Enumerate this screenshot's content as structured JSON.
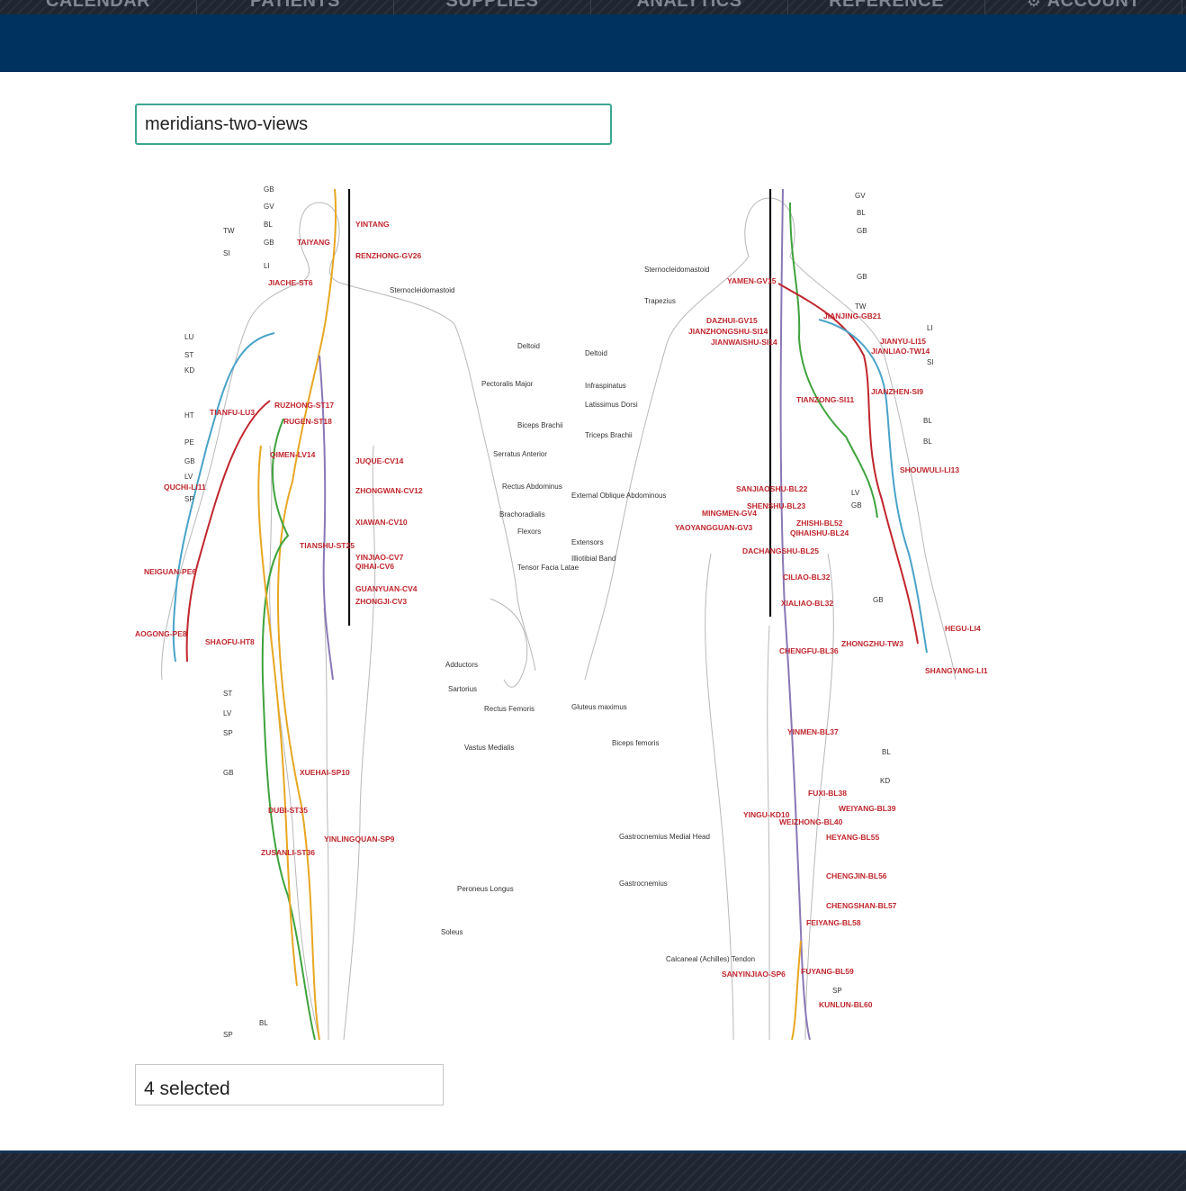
{
  "nav": {
    "items": [
      {
        "label": "CALENDAR",
        "icon": ""
      },
      {
        "label": "PATIENTS",
        "icon": ""
      },
      {
        "label": "SUPPLIES",
        "icon": ""
      },
      {
        "label": "ANALYTICS",
        "icon": ""
      },
      {
        "label": "REFERENCE",
        "icon": ""
      },
      {
        "label": "ACCOUNT",
        "icon": "gear-icon"
      }
    ]
  },
  "title_input": {
    "value": "meridians-two-views"
  },
  "selection": {
    "label": "4 selected"
  },
  "colors": {
    "nav_bg": "#1f2631",
    "header_blue": "#00325f",
    "input_border": "#3aa791",
    "lung_meridian": "#4aa3c8",
    "stomach_meridian": "#e8a722",
    "liver_meridian": "#3fa33d",
    "heart_meridian": "#c0262d",
    "bladder_meridian": "#8a78b6",
    "governing_vessel": "#111111",
    "point_label": "#c0262d"
  },
  "diagram": {
    "front_meridian_labels": [
      "GB",
      "GV",
      "BL",
      "TW",
      "GB",
      "SI",
      "LI",
      "LU",
      "ST",
      "KD",
      "HT",
      "PE",
      "GB",
      "LV",
      "SP",
      "ST",
      "LV",
      "SP",
      "GB",
      "BL",
      "SP"
    ],
    "front_muscle_labels": [
      "Sternocleidomastoid",
      "Deltoid",
      "Pectoralis Major",
      "Biceps\nBrachii",
      "Serratus\nAnterior",
      "Rectus\nAbdominus",
      "Brachoradialis",
      "Flexors",
      "Tensor\nFacia\nLatae",
      "Adductors",
      "Sartorius",
      "Rectus Femoris",
      "Vastus Medialis",
      "Peroneus Longus",
      "Soleus"
    ],
    "front_points": [
      "YINTANG",
      "TAIYANG",
      "RENZHONG-GV26",
      "JIACHE-ST6",
      "RUZHONG-ST17",
      "RUGEN-ST18",
      "TIANFU-LU3",
      "QIMEN-LV14",
      "JUQUE-CV14",
      "QUCHI-LI11",
      "ZHONGWAN-CV12",
      "XIAWAN-CV10",
      "TIANSHU-ST25",
      "YINJIAO-CV7",
      "QIHAI-CV6",
      "NEIGUAN-PE6",
      "GUANYUAN-CV4",
      "ZHONGJI-CV3",
      "AOGONG-PE8",
      "SHAOFU-HT8",
      "XUEHAI-SP10",
      "DUBI-ST35",
      "YINLINGQUAN-SP9",
      "ZUSANLI-ST36"
    ],
    "back_meridian_labels": [
      "GV",
      "BL",
      "GB",
      "GB",
      "TW",
      "LI",
      "SI",
      "BL",
      "BL",
      "LV",
      "GB",
      "GB",
      "BL",
      "KD",
      "SP"
    ],
    "back_muscle_labels": [
      "Sternocleidomastoid",
      "Trapezius",
      "Deltoid",
      "Infraspinatus",
      "Latissimus\nDorsi",
      "Triceps Brachii",
      "External\nOblique\nAbdominous",
      "Extensors",
      "Illiotibial\nBand",
      "Gluteus maximus",
      "Biceps femoris",
      "Gastrocnemius\nMedial\nHead",
      "Gastrocnemius",
      "Calcaneal\n(Achilles)\nTendon"
    ],
    "back_points": [
      "YAMEN-GV15",
      "DAZHUI-GV15",
      "JIANZHONGSHU-SI14",
      "JIANWAISHU-SI14",
      "JIANJING-GB21",
      "JIANYU-LI15",
      "JIANLIAO-TW14",
      "TIANZONG-SI11",
      "JIANZHEN-SI9",
      "SHOUWULI-LI13",
      "SANJIAOSHU-BL22",
      "SHENSHU-BL23",
      "MINGMEN-GV4",
      "ZHISHI-BL52",
      "QIHAISHU-BL24",
      "YAOYANGGUAN-GV3",
      "DACHANGSHU-BL25",
      "CILIAO-BL32",
      "XIALIAO-BL32",
      "HEGU-LI4",
      "ZHONGZHU-TW3",
      "CHENGFU-BL36",
      "SHANGYANG-LI1",
      "YINMEN-BL37",
      "FUXI-BL38",
      "WEIYANG-BL39",
      "YINGU-KD10",
      "WEIZHONG-BL40",
      "HEYANG-BL55",
      "CHENGJIN-BL56",
      "CHENGSHAN-BL57",
      "FEIYANG-BL58",
      "SANYINJIAO-SP6",
      "FUYANG-BL59",
      "KUNLUN-BL60"
    ]
  }
}
